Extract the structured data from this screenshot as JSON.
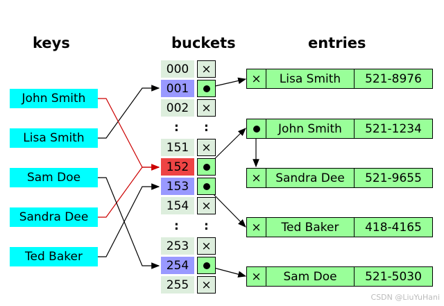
{
  "headers": {
    "keys": "keys",
    "buckets": "buckets",
    "entries": "entries"
  },
  "keys": [
    "John Smith",
    "Lisa Smith",
    "Sam Doe",
    "Sandra Dee",
    "Ted Baker"
  ],
  "buckets": [
    {
      "index": "000",
      "pointer": "null"
    },
    {
      "index": "001",
      "pointer": "entry",
      "highlight": "blue"
    },
    {
      "index": "002",
      "pointer": "null"
    },
    {
      "index": "151",
      "pointer": "null"
    },
    {
      "index": "152",
      "pointer": "entry",
      "highlight": "red"
    },
    {
      "index": "153",
      "pointer": "entry",
      "highlight": "blue"
    },
    {
      "index": "154",
      "pointer": "null"
    },
    {
      "index": "253",
      "pointer": "null"
    },
    {
      "index": "254",
      "pointer": "entry",
      "highlight": "blue"
    },
    {
      "index": "255",
      "pointer": "null"
    }
  ],
  "ellipsis": ":",
  "null_symbol": "×",
  "entries": [
    {
      "name": "Lisa Smith",
      "phone": "521-8976",
      "next": "null"
    },
    {
      "name": "John Smith",
      "phone": "521-1234",
      "next": "entry"
    },
    {
      "name": "Sandra Dee",
      "phone": "521-9655",
      "next": "null"
    },
    {
      "name": "Ted Baker",
      "phone": "418-4165",
      "next": "null"
    },
    {
      "name": "Sam Doe",
      "phone": "521-5030",
      "next": "null"
    }
  ],
  "colors": {
    "key_bg": "#00ffff",
    "bucket_bg": "#ddeedd",
    "bucket_blue": "#9999ff",
    "bucket_red": "#ee4444",
    "entry_bg": "#99ff99",
    "collision_line": "#cc0000"
  },
  "watermark": "CSDN @LiuYuHani"
}
